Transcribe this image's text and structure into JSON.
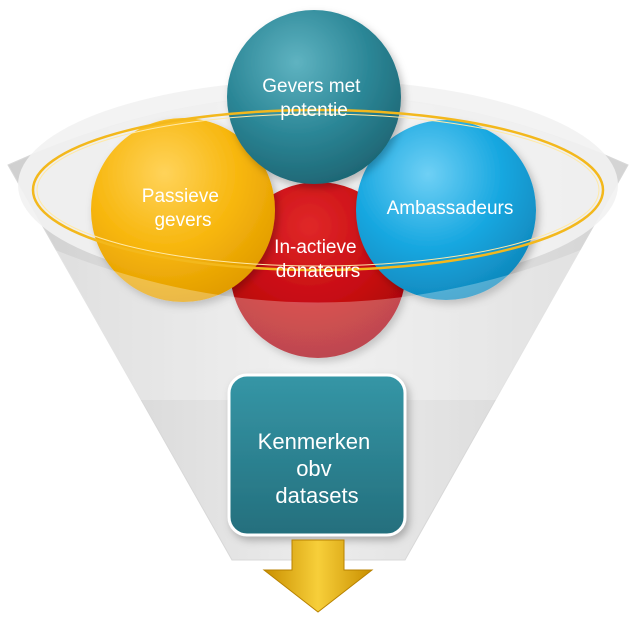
{
  "diagram": {
    "nodes": {
      "gevers_met_potentie": {
        "lines": [
          "Gevers met",
          "potentie"
        ],
        "color": "#2c8797"
      },
      "passieve_gevers": {
        "lines": [
          "Passieve",
          "gevers"
        ],
        "color": "#f7b60c"
      },
      "ambassadeurs": {
        "lines": [
          "Ambassadeurs"
        ],
        "color": "#17a7e0"
      },
      "in_actieve_donateurs": {
        "lines": [
          "In-actieve",
          "donateurs"
        ],
        "color": "#c40810"
      },
      "kenmerken": {
        "lines": [
          "Kenmerken",
          "obv",
          "datasets"
        ],
        "color": "#2b8393"
      }
    },
    "colors": {
      "funnel": "#e6e6e6",
      "rim": "#f3b81c",
      "arrow": "#e2ab0c"
    }
  }
}
